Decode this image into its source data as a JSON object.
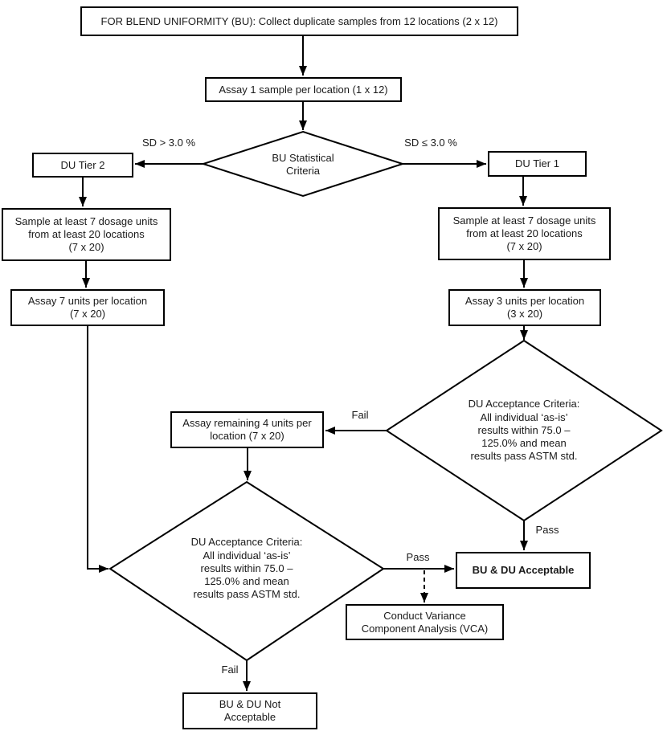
{
  "page": {
    "background": "#ffffff",
    "line_color": "#000000",
    "box_background": "#ffffff"
  },
  "flowchart": {
    "nodes": {
      "collect": {
        "text": "FOR BLEND UNIFORMITY (BU): Collect duplicate samples from 12 locations (2 x 12)"
      },
      "assay1": {
        "text": "Assay 1 sample per location (1 x 12)"
      },
      "bu_stat": {
        "text": "BU Statistical\nCriteria"
      },
      "du_tier2": {
        "text": "DU Tier 2"
      },
      "du_tier1": {
        "text": "DU Tier 1"
      },
      "sample_left": {
        "text": "Sample at least 7 dosage units\nfrom at least 20 locations\n(7 x 20)"
      },
      "assay7": {
        "text": "Assay 7 units per location\n(7 x 20)"
      },
      "sample_right": {
        "text": "Sample at least 7 dosage units\nfrom at least 20 locations\n(7 x 20)"
      },
      "assay3": {
        "text": "Assay 3 units per location\n(3 x 20)"
      },
      "du_accept_right": {
        "text": "DU Acceptance Criteria:\nAll individual ‘as-is’\nresults within 75.0 –\n125.0% and mean\nresults pass ASTM std."
      },
      "assay_remaining": {
        "text": "Assay remaining 4 units per\nlocation (7 x 20)"
      },
      "du_accept_left": {
        "text": "DU Acceptance Criteria:\nAll individual ‘as-is’\nresults within 75.0 –\n125.0% and mean\nresults pass ASTM std."
      },
      "bu_du_acceptable": {
        "text": "BU & DU Acceptable"
      },
      "vca": {
        "text": "Conduct Variance\nComponent Analysis (VCA)"
      },
      "bu_du_not": {
        "text": "BU & DU Not\nAcceptable"
      }
    },
    "edge_labels": {
      "sd_gt": "SD > 3.0 %",
      "sd_le": "SD ≤ 3.0 %",
      "fail_right": "Fail",
      "pass_right": "Pass",
      "pass_left": "Pass",
      "fail_left": "Fail"
    }
  }
}
